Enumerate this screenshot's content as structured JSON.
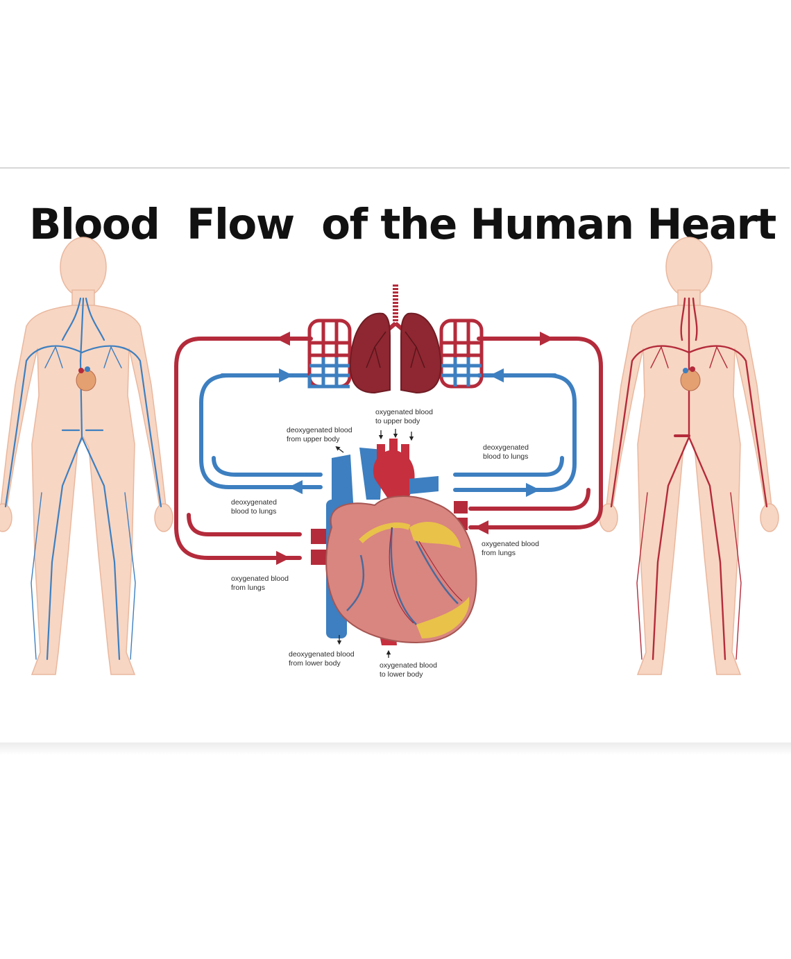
{
  "title": "Blood  Flow  of the Human Heart",
  "colors": {
    "oxygenated": "#b42b3b",
    "deoxygenated": "#3d7fc0",
    "skin": "#f7d6c3",
    "lung": "#8e2731",
    "heart": "#d98580"
  },
  "labels": {
    "oxy_upper": "oxygenated blood\nto upper body",
    "deoxy_upper": "deoxygenated blood\nfrom upper body",
    "deoxy_lungs_right": "deoxygenated\nblood to lungs",
    "deoxy_lungs_left": "deoxygenated\nblood to lungs",
    "oxy_lungs_right": "oxygenated blood\nfrom lungs",
    "oxy_lungs_left": "oxygenated blood\nfrom lungs",
    "deoxy_lower": "deoxygenated blood\nfrom lower body",
    "oxy_lower": "oxygenated blood\nto lower body"
  },
  "figures": {
    "left": "venous-system-figure",
    "right": "arterial-system-figure"
  }
}
